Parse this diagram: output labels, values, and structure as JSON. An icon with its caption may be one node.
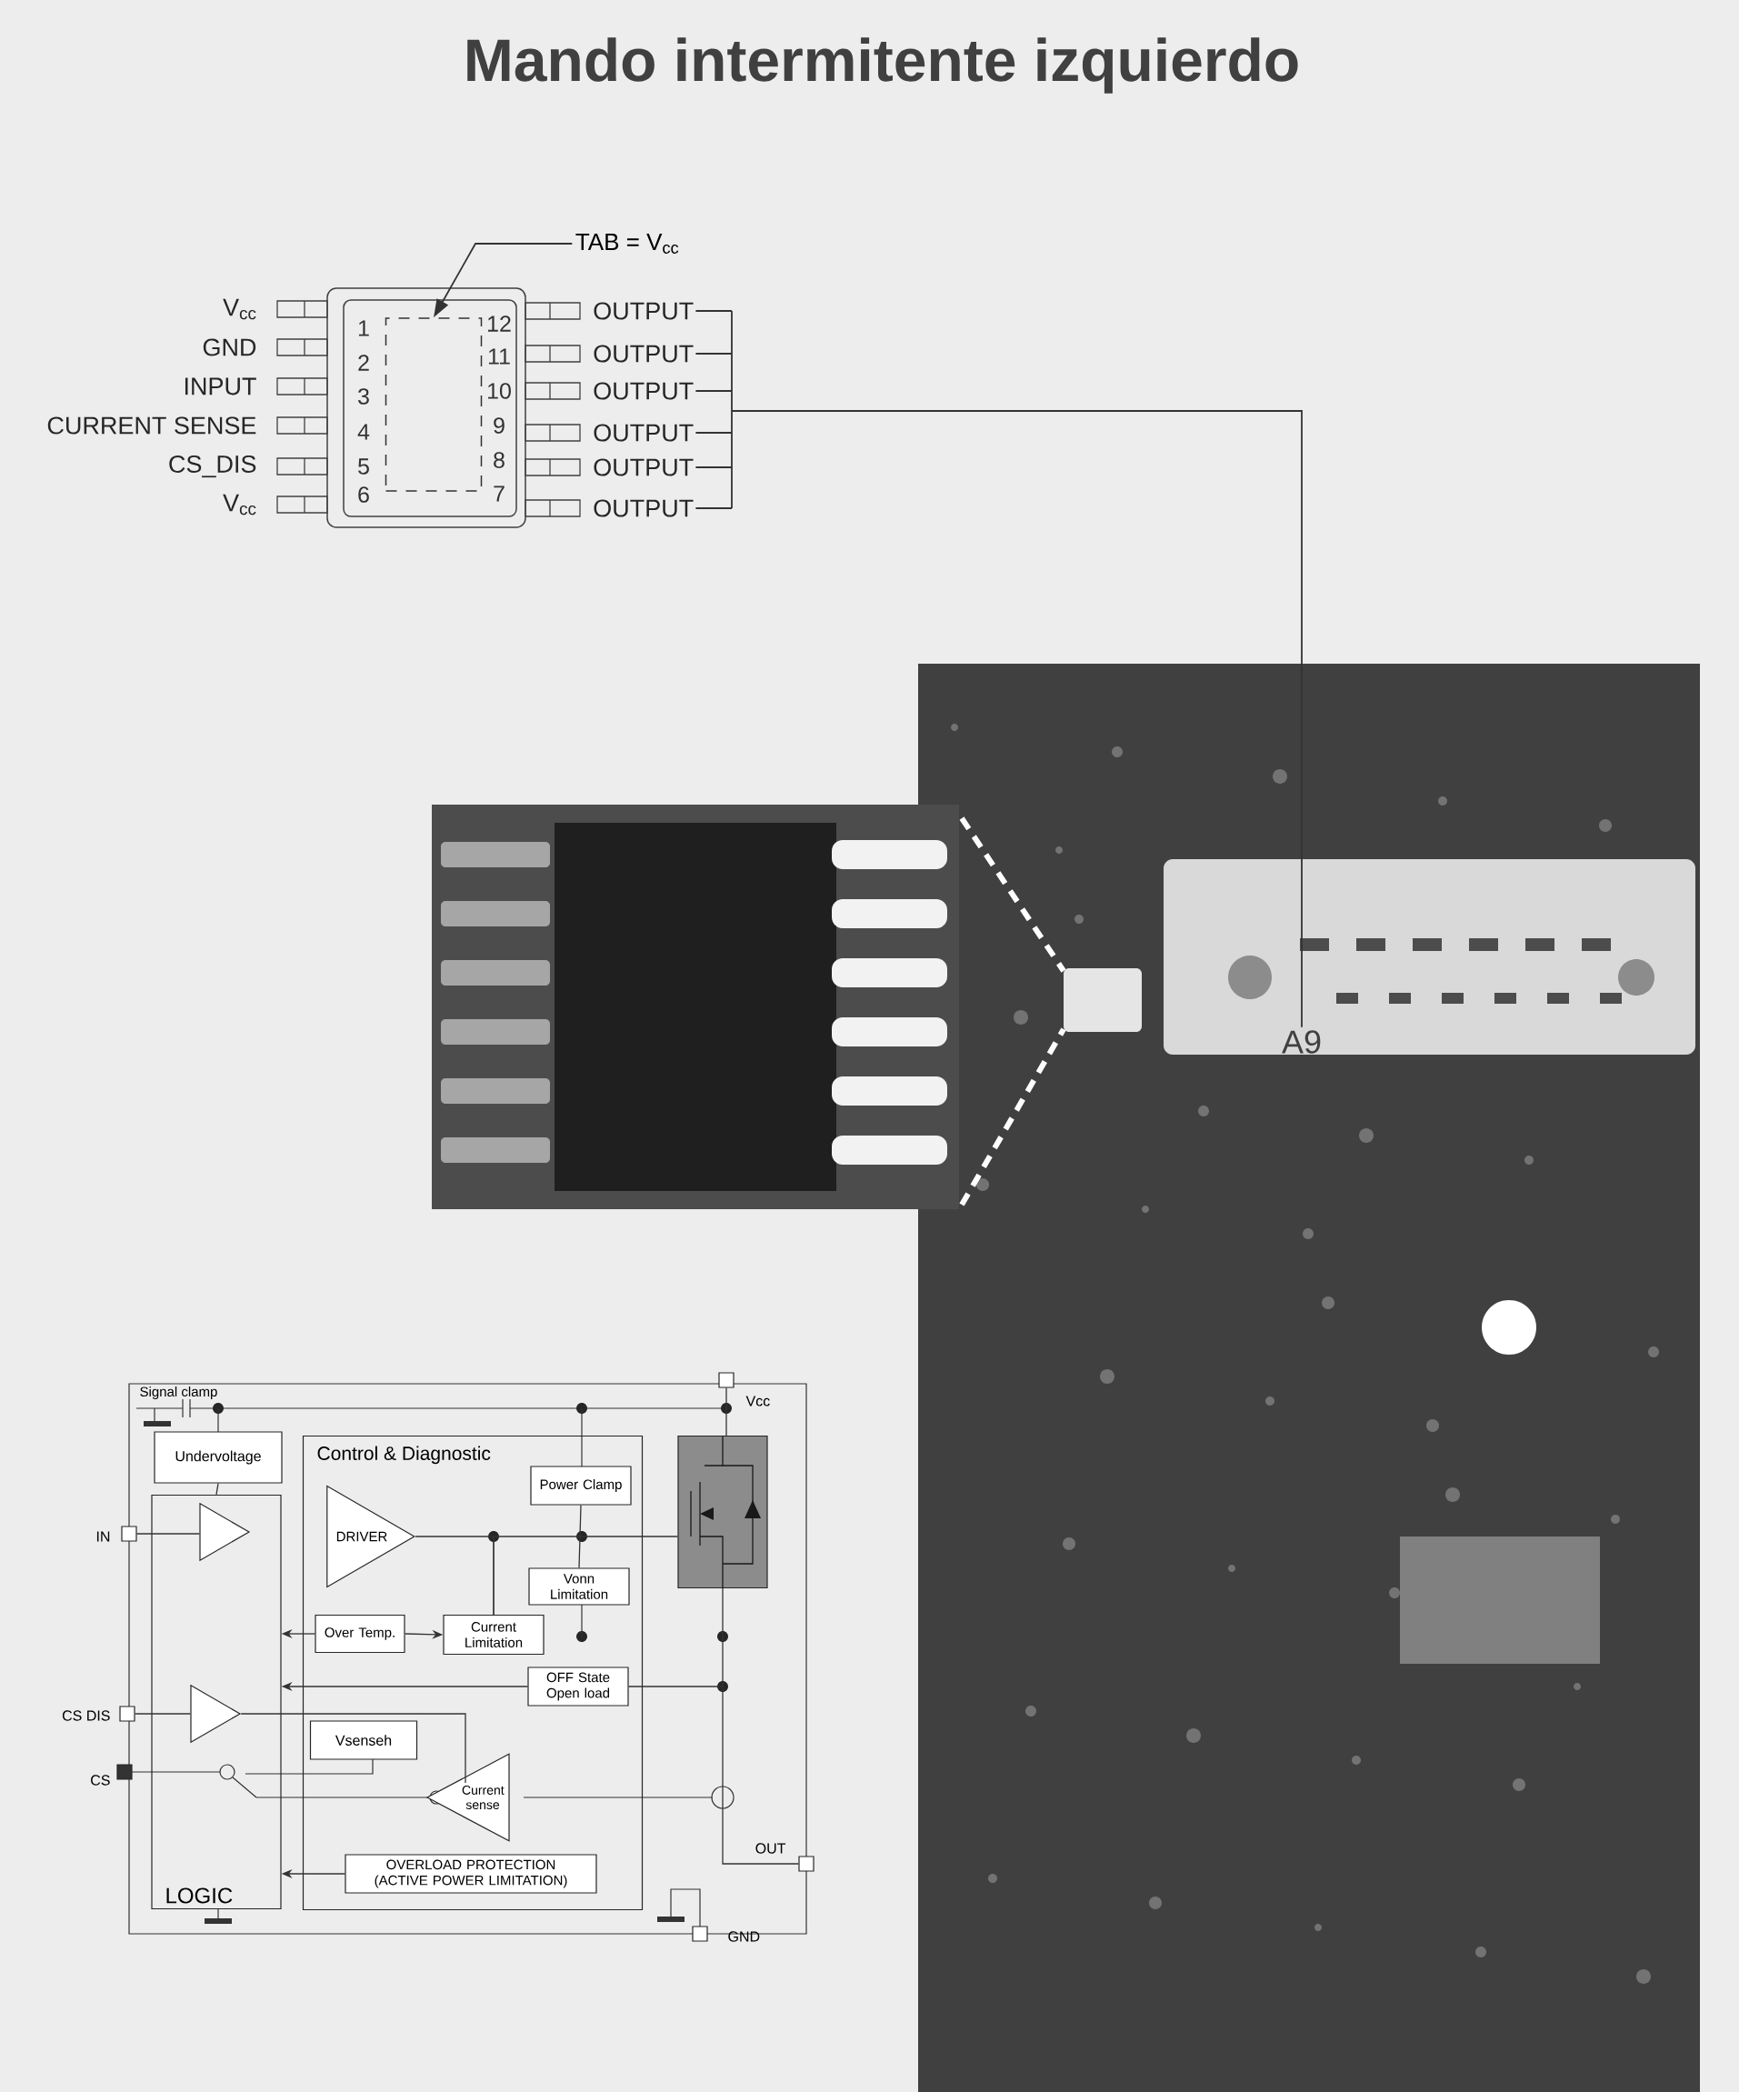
{
  "diagram": {
    "title": "Mando intermitente izquierdo",
    "nodes": [
      {
        "text": [
          "TAB = V$_{cc}$"
        ]
      },
      {
        "text": [],
        "shape": "box"
      },
      {
        "text": [
          "OUTPUT"
        ]
      },
      {
        "text": [
          "OUTPUT"
        ]
      },
      {
        "text": [
          "OUTPUT"
        ]
      },
      {
        "text": [
          "OUTPUT"
        ]
      },
      {
        "text": [
          "OUTPUT"
        ]
      },
      {
        "text": [
          "OUTPUT"
        ]
      },
      {
        "text": [
          "A9"
        ]
      },
      {
        "text": [
          "Undervoltage"
        ]
      },
      {
        "text": [
          "LOGIC"
        ]
      },
      {
        "text": [
          "Control & Diagnostic"
        ]
      },
      {
        "text": [
          "Power Clamp"
        ],
        "in": 11
      },
      {
        "text": [
          "DRIVER"
        ],
        "in": 11
      },
      {
        "text": [
          "Vonn Limitation"
        ],
        "in": 11
      },
      {
        "text": [
          "Over Temp."
        ],
        "in": 11
      },
      {
        "text": [
          "Current Limitation"
        ],
        "in": 11
      },
      {
        "text": [
          "OFF State Open load"
        ],
        "in": 11
      },
      {
        "text": [
          "Vsenseh"
        ],
        "in": 11
      },
      {
        "text": [
          "Current sense"
        ],
        "in": 11
      },
      {
        "text": [
          "OVERLOAD PROTECTION (ACTIVE POWER LIMITATION)"
        ],
        "in": 11
      },
      {
        "text": [],
        "shape": "box"
      },
      {
        "text": [],
        "shape": "triangle",
        "in": 10
      },
      {
        "text": [],
        "shape": "triangle",
        "in": 10
      },
      {
        "text": [],
        "shape": "box",
        "beside": [
          "Vcc"
        ]
      },
      {
        "text": [],
        "shape": "box",
        "beside": [
          "IN"
        ]
      },
      {
        "text": [],
        "shape": "box",
        "beside": [
          "CS DIS"
        ]
      },
      {
        "text": [],
        "shape": "box",
        "beside": [
          "CS"
        ]
      },
      {
        "text": [],
        "shape": "box",
        "beside": [
          "OUT"
        ]
      },
      {
        "text": [],
        "shape": "box",
        "beside": [
          "GND"
        ]
      }
    ],
    "edges": [
      {
        "from": 0,
        "to": 1,
        "arrow": "to"
      },
      {
        "from": 2,
        "to": 8,
        "arrow": "none"
      },
      {
        "from": 3,
        "to": 8,
        "arrow": "none"
      },
      {
        "from": 4,
        "to": 8,
        "arrow": "none"
      },
      {
        "from": 5,
        "to": 8,
        "arrow": "none"
      },
      {
        "from": 6,
        "to": 8,
        "arrow": "none"
      },
      {
        "from": 7,
        "to": 8,
        "arrow": "none"
      },
      {
        "from": 9,
        "to": 10,
        "arrow": "none"
      },
      {
        "from": 25,
        "to": 22,
        "arrow": "none"
      },
      {
        "from": 26,
        "to": 23,
        "arrow": "none"
      },
      {
        "from": 13,
        "to": 21,
        "arrow": "none"
      },
      {
        "from": 12,
        "to": 14,
        "arrow": "none"
      },
      {
        "from": 15,
        "to": 10,
        "arrow": "to"
      },
      {
        "from": 15,
        "to": 16,
        "arrow": "to"
      },
      {
        "from": 17,
        "to": 10,
        "arrow": "to"
      },
      {
        "from": 20,
        "to": 10,
        "arrow": "to"
      },
      {
        "from": 24,
        "to": 21,
        "arrow": "none"
      },
      {
        "from": 21,
        "to": 28,
        "arrow": "none"
      },
      {
        "from": 17,
        "to": 28,
        "arrow": "none"
      },
      {
        "from": 16,
        "to": 21,
        "arrow": "none"
      },
      {
        "from": 23,
        "to": 19,
        "arrow": "none"
      }
    ],
    "labels": [
      "V$_{cc}$",
      "GND",
      "INPUT",
      "CURRENT SENSE",
      "CS_DIS",
      "V$_{cc}$",
      "1",
      "2",
      "3",
      "4",
      "5",
      "6",
      "12",
      "11",
      "10",
      "9",
      "8",
      "7",
      "Signal clamp"
    ]
  }
}
